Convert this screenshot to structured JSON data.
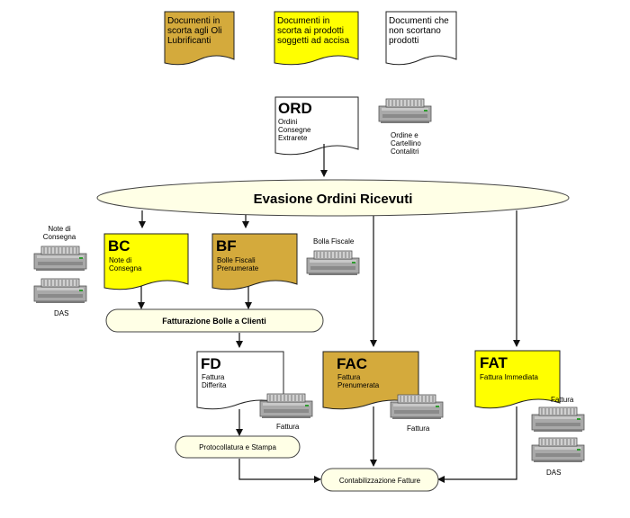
{
  "colors": {
    "lubricant": "#d4aa3c",
    "excise": "#ffff00",
    "plain": "#ffffff",
    "oval_fill": "#ffffe6",
    "printer_body": "#b8b8b8"
  },
  "legend": {
    "lubricant": [
      "Documenti in",
      "scorta agli Oli",
      "Lubrificanti"
    ],
    "excise": [
      "Documenti in",
      "scorta ai prodotti",
      "soggetti ad accisa"
    ],
    "plain": [
      "Documenti che",
      "non scortano",
      "prodotti"
    ]
  },
  "documents": {
    "ord": {
      "code": "ORD",
      "lines": [
        "Ordini",
        "Consegne",
        "Extrarete"
      ]
    },
    "bc": {
      "code": "BC",
      "lines": [
        "Note di",
        "Consegna"
      ]
    },
    "bf": {
      "code": "BF",
      "lines": [
        "Bolle Fiscali",
        "Prenumerate"
      ]
    },
    "fd": {
      "code": "FD",
      "lines": [
        "Fattura",
        "Differita"
      ]
    },
    "fac": {
      "code": "FAC",
      "lines": [
        "Fattura",
        "Prenumerata"
      ]
    },
    "fat": {
      "code": "FAT",
      "lines": [
        "Fattura Immediata"
      ]
    }
  },
  "processes": {
    "evasione": "Evasione Ordini Ricevuti",
    "fatturazione": "Fatturazione Bolle a Clienti",
    "protocollatura": "Protocollatura e Stampa",
    "contabilizzazione": "Contabilizzazione Fatture"
  },
  "printers": {
    "ord": [
      "Ordine e",
      "Cartellino",
      "Contalitri"
    ],
    "note": [
      "Note di",
      "Consegna"
    ],
    "das_left": "DAS",
    "bolla": "Bolla Fiscale",
    "fd": "Fattura",
    "fac": "Fattura",
    "fat": "Fattura",
    "das_right": "DAS"
  }
}
